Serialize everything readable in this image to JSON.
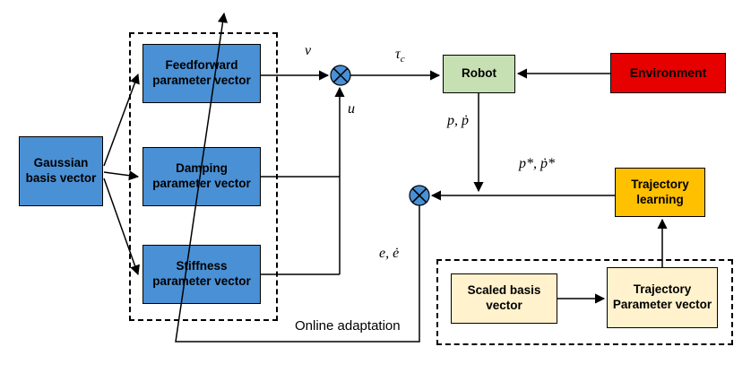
{
  "diagram": {
    "title": "Impedance and trajectory learning control block diagram",
    "nodes": {
      "gaussian_basis": {
        "label": "Gaussian basis vector"
      },
      "feedforward": {
        "label": "Feedforward parameter vector"
      },
      "damping": {
        "label": "Damping parameter vector"
      },
      "stiffness": {
        "label": "Stiffness parameter vector"
      },
      "robot": {
        "label": "Robot"
      },
      "environment": {
        "label": "Environment"
      },
      "trajectory_learning": {
        "label": "Trajectory learning"
      },
      "scaled_basis": {
        "label": "Scaled basis vector"
      },
      "trajectory_parameter": {
        "label": "Trajectory Parameter vector"
      }
    },
    "signals": {
      "v": "v",
      "u": "u",
      "tau_base": "τ",
      "tau_sub": "c",
      "p_pdot": "p, ṗ",
      "pstar_pdotstar": "p*, ṗ*",
      "e_edot": "e, ė",
      "online_adaptation": "Online adaptation"
    },
    "colors": {
      "node_blue": "#4a90d5",
      "node_green": "#c6e0b4",
      "node_red": "#e60000",
      "node_gold": "#ffc000",
      "node_light_yellow": "#fff2cc",
      "junction_blue": "#4a90d5",
      "line_black": "#000000"
    }
  }
}
